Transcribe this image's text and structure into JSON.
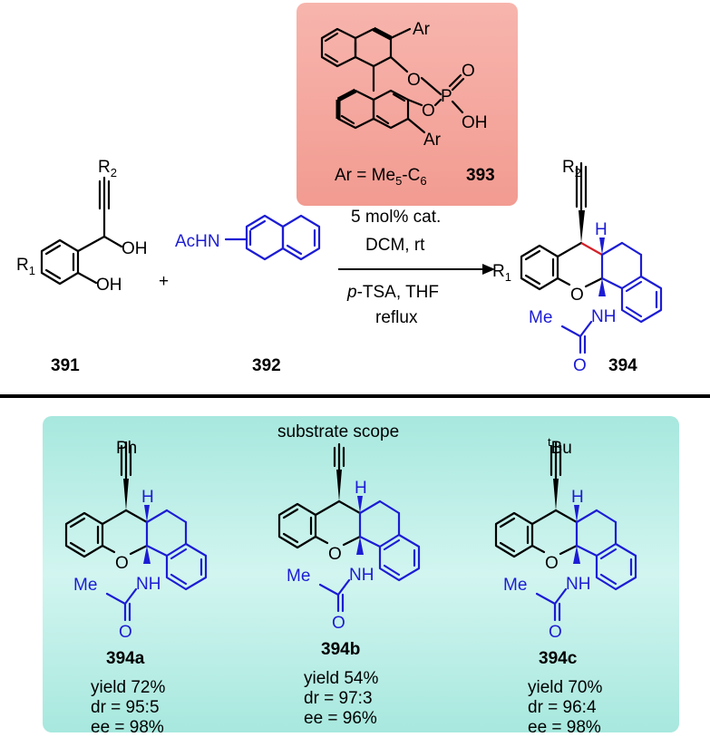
{
  "catalyst": {
    "ar_top": "Ar",
    "ar_bottom": "Ar",
    "o1": "O",
    "o2": "O",
    "p": "P",
    "o_double": "O",
    "oh": "OH",
    "ar_def": "Ar = Me",
    "ar_def_sub": "5",
    "ar_def_tail": "-C",
    "ar_def_sub2": "6",
    "number": "393",
    "box_color": "#f4a9a0"
  },
  "reactant1": {
    "r2": "R",
    "r2_sub": "2",
    "r1": "R",
    "r1_sub": "1",
    "oh1": "OH",
    "oh2": "OH",
    "number": "391"
  },
  "plus": "+",
  "reactant2": {
    "achn": "AcHN",
    "number": "392"
  },
  "conditions": {
    "line1": "5 mol% cat.",
    "line2": "DCM, rt",
    "line3_italic": "p",
    "line3": "-TSA, THF",
    "line4": "reflux"
  },
  "product": {
    "r2": "R",
    "r2_sub": "2",
    "r1": "R",
    "r1_sub": "1",
    "h": "H",
    "o": "O",
    "nh": "NH",
    "me": "Me",
    "o_carbonyl": "O",
    "number": "394"
  },
  "scope": {
    "title": "substrate scope",
    "box_color": "#bff0ea",
    "items": [
      {
        "substituent": "Ph",
        "label": "394a",
        "yield": "yield 72%",
        "dr": "dr = 95:5",
        "ee": "ee = 98%"
      },
      {
        "substituent": "",
        "label": "394b",
        "yield": "yield 54%",
        "dr": "dr = 97:3",
        "ee": "ee = 96%"
      },
      {
        "substituent_sup": "t",
        "substituent": "Bu",
        "label": "394c",
        "yield": "yield 70%",
        "dr": "dr = 96:4",
        "ee": "ee = 98%"
      }
    ],
    "h": "H",
    "o": "O",
    "nh": "NH",
    "me": "Me",
    "o_carbonyl": "O"
  }
}
